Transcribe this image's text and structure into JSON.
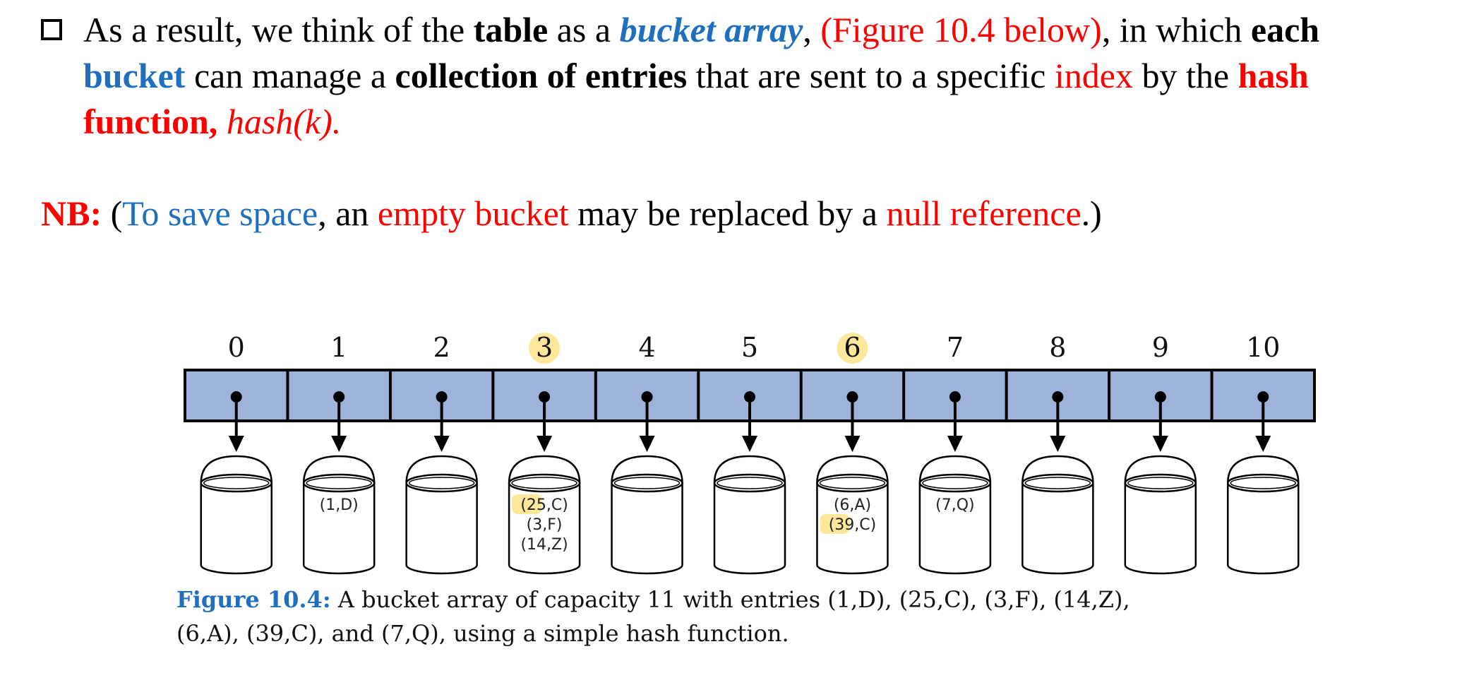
{
  "bullet_paragraph": {
    "line1": {
      "t1": "As a result, we think of the ",
      "t2": "table",
      "t3": " as a ",
      "t4": "bucket array",
      "t5": ", ",
      "t6": "(Figure 10.4 below)",
      "t7": ", in which ",
      "t8": "each"
    },
    "line2": {
      "t1": "bucket",
      "t2": " can manage a ",
      "t3": "collection of entries",
      "t4": " that are sent to a specific ",
      "t5": "index",
      "t6": " by the ",
      "t7": "hash"
    },
    "line3": {
      "t1": "function, ",
      "t2": "hash(k)."
    }
  },
  "nb_paragraph": {
    "t1": "NB:",
    "t2": " (",
    "t3": "To save space",
    "t4": ", an ",
    "t5": "empty bucket",
    "t6": " may be replaced by a ",
    "t7": "null reference",
    "t8": ".)"
  },
  "figure": {
    "highlight_color": "#fde79a",
    "array_color": "#9db3da",
    "indices": [
      "0",
      "1",
      "2",
      "3",
      "4",
      "5",
      "6",
      "7",
      "8",
      "9",
      "10"
    ],
    "highlighted_indices": [
      "3",
      "6"
    ],
    "buckets": [
      [],
      [
        "(1,D)"
      ],
      [],
      [
        "(25,C)",
        "(3,F)",
        "(14,Z)"
      ],
      [],
      [],
      [
        "(6,A)",
        "(39,C)"
      ],
      [
        "(7,Q)"
      ],
      [],
      [],
      []
    ],
    "highlighted_entries": [
      "(25,C)",
      "(39,C)"
    ],
    "caption_label": "Figure 10.4:",
    "caption_line1": " A bucket array of capacity 11 with entries (1,D), (25,C), (3,F), (14,Z),",
    "caption_line2": "(6,A), (39,C), and (7,Q), using a simple hash function."
  }
}
